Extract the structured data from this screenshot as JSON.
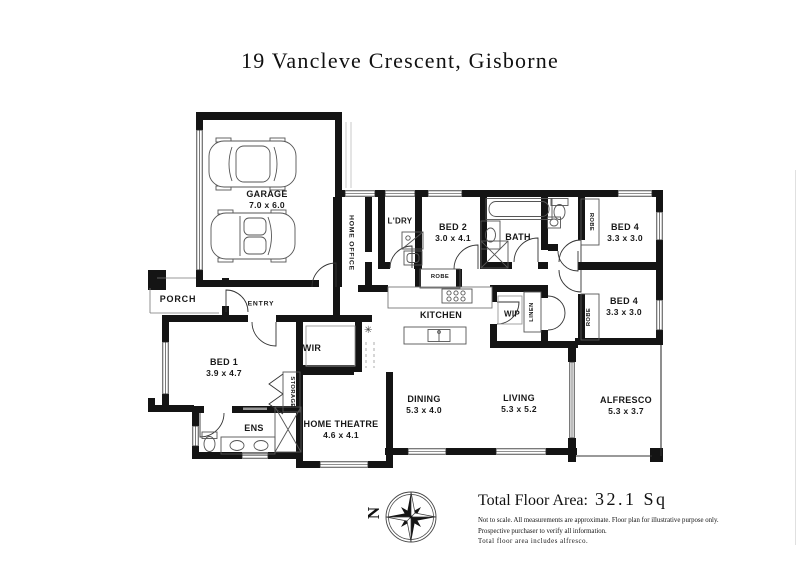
{
  "title": "19 Vancleve Crescent, Gisborne",
  "rooms": {
    "garage": {
      "name": "GARAGE",
      "dims": "7.0 x 6.0"
    },
    "home_office": {
      "name": "HOME OFFICE"
    },
    "laundry": {
      "name": "L'DRY"
    },
    "bed2": {
      "name": "BED 2",
      "dims": "3.0 x 4.1"
    },
    "bath": {
      "name": "BATH"
    },
    "bed4_top": {
      "name": "BED 4",
      "dims": "3.3 x 3.0"
    },
    "bed4_bottom": {
      "name": "BED 4",
      "dims": "3.3 x 3.0"
    },
    "porch": {
      "name": "PORCH"
    },
    "entry": {
      "name": "ENTRY"
    },
    "bed1": {
      "name": "BED 1",
      "dims": "3.9 x 4.7"
    },
    "wir": {
      "name": "WIR"
    },
    "storage": {
      "name": "STORAGE"
    },
    "kitchen": {
      "name": "KITCHEN"
    },
    "wip": {
      "name": "WIP"
    },
    "linen": {
      "name": "LINEN"
    },
    "robe_bed2": {
      "name": "ROBE"
    },
    "robe_bed4_top": {
      "name": "ROBE"
    },
    "robe_bed4_bottom": {
      "name": "ROBE"
    },
    "ens": {
      "name": "ENS"
    },
    "home_theatre": {
      "name": "HOME THEATRE",
      "dims": "4.6 x 4.1"
    },
    "dining": {
      "name": "DINING",
      "dims": "5.3 x 4.0"
    },
    "living": {
      "name": "LIVING",
      "dims": "5.3 x 5.2"
    },
    "alfresco": {
      "name": "ALFRESCO",
      "dims": "5.3 x 3.7"
    }
  },
  "icons": {
    "cooling_unit": "✳"
  },
  "compass": {
    "north_label": "N"
  },
  "footer": {
    "total_area_label": "Total Floor Area:",
    "total_area_value": "32.1 Sq",
    "disclaimer_lines": [
      "Not to scale. All measurements are approximate. Floor plan for illustrative purpose only.",
      "Prospective purchaser to verify all information.",
      "Total floor area includes alfresco."
    ]
  },
  "colors": {
    "wall": "#141414",
    "fixture_line": "#555555",
    "background": "#ffffff"
  }
}
